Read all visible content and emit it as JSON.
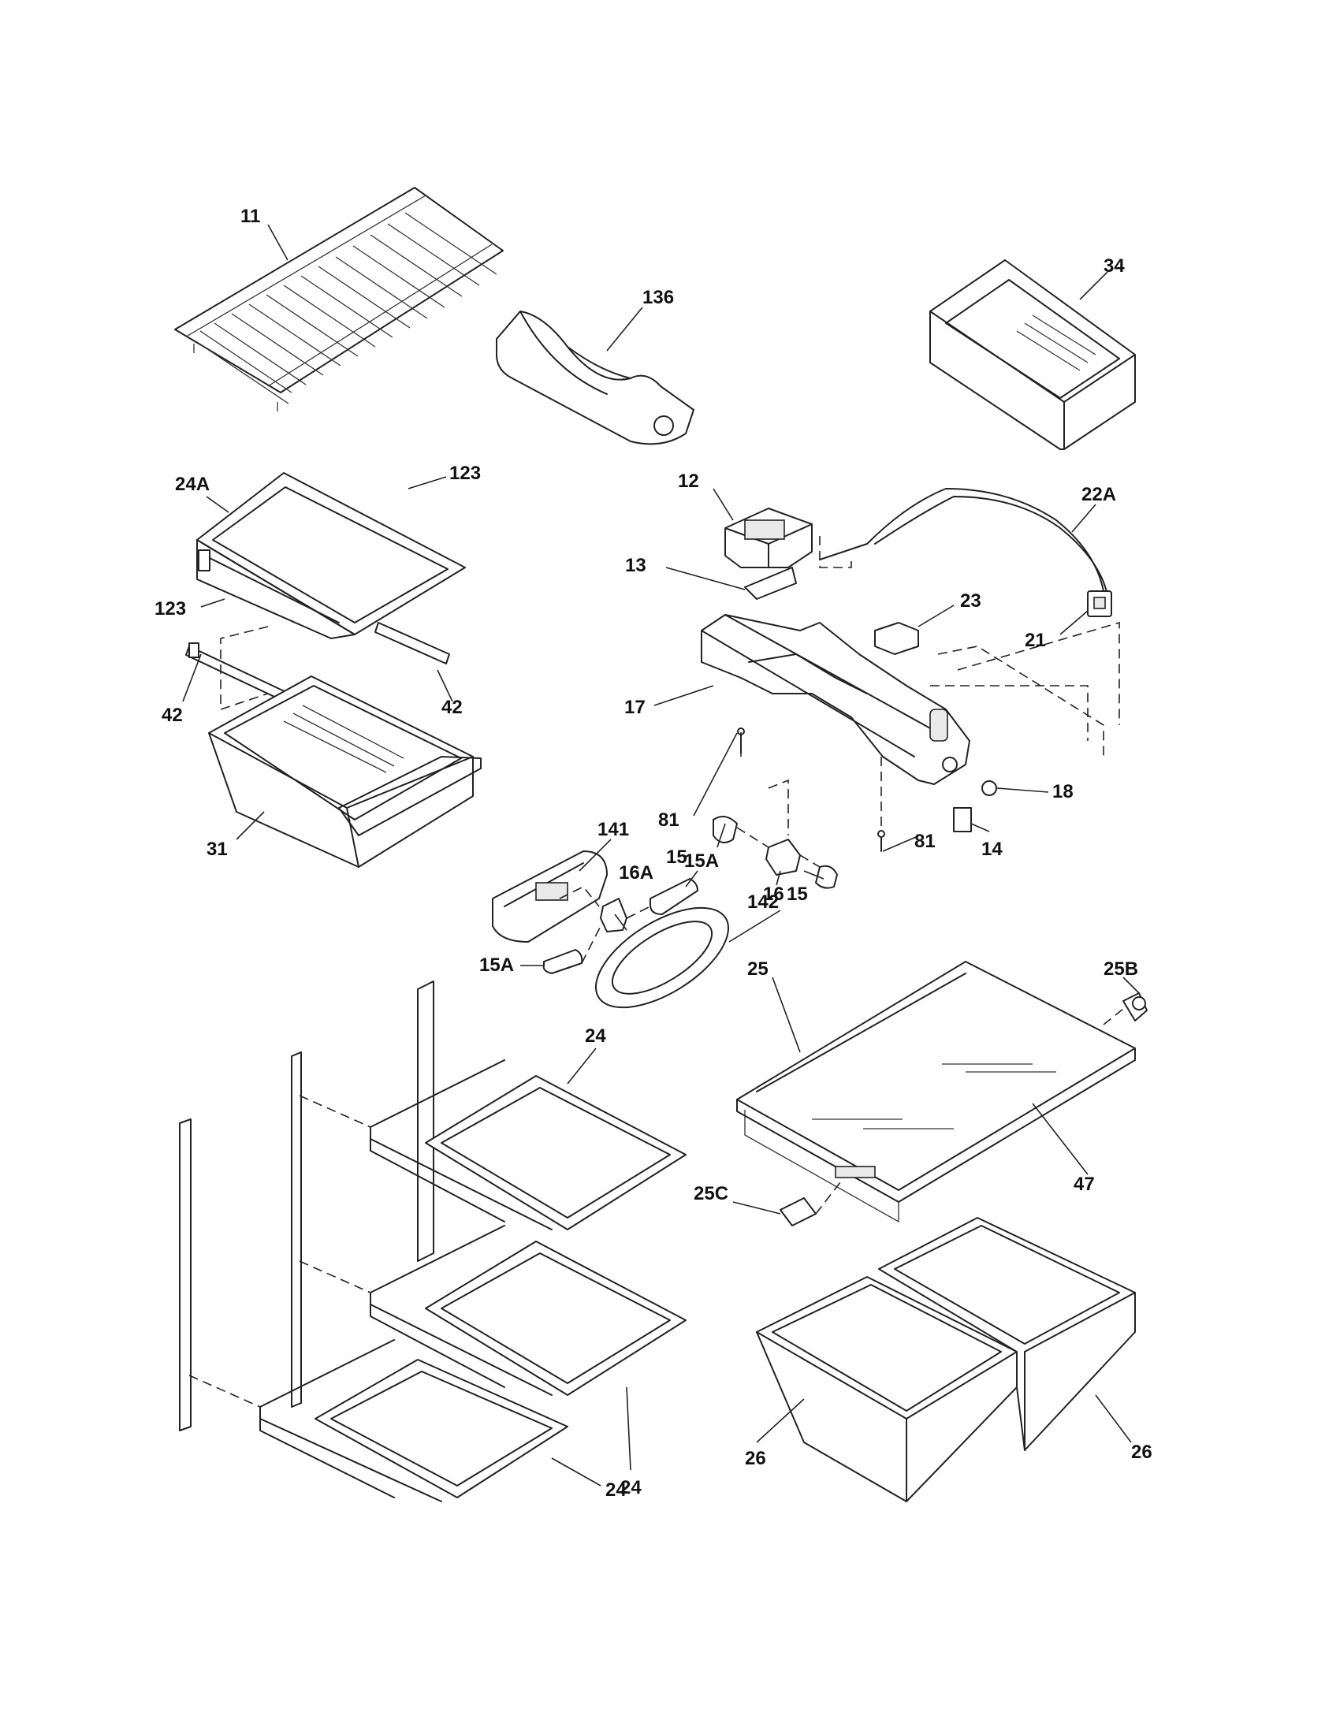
{
  "callouts": [
    {
      "id": "c11",
      "text": "11"
    },
    {
      "id": "c136",
      "text": "136"
    },
    {
      "id": "c34",
      "text": "34"
    },
    {
      "id": "c24A",
      "text": "24A"
    },
    {
      "id": "c123a",
      "text": "123"
    },
    {
      "id": "c123b",
      "text": "123"
    },
    {
      "id": "c42a",
      "text": "42"
    },
    {
      "id": "c42b",
      "text": "42"
    },
    {
      "id": "c31",
      "text": "31"
    },
    {
      "id": "c12",
      "text": "12"
    },
    {
      "id": "c13",
      "text": "13"
    },
    {
      "id": "c22A",
      "text": "22A"
    },
    {
      "id": "c23",
      "text": "23"
    },
    {
      "id": "c21",
      "text": "21"
    },
    {
      "id": "c17",
      "text": "17"
    },
    {
      "id": "c81a",
      "text": "81"
    },
    {
      "id": "c81b",
      "text": "81"
    },
    {
      "id": "c18",
      "text": "18"
    },
    {
      "id": "c14",
      "text": "14"
    },
    {
      "id": "c141",
      "text": "141"
    },
    {
      "id": "c15a",
      "text": "15"
    },
    {
      "id": "c16",
      "text": "16"
    },
    {
      "id": "c15b",
      "text": "15"
    },
    {
      "id": "c16A",
      "text": "16A"
    },
    {
      "id": "c15Aa",
      "text": "15A"
    },
    {
      "id": "c15Ab",
      "text": "15A"
    },
    {
      "id": "c142",
      "text": "142"
    },
    {
      "id": "c25",
      "text": "25"
    },
    {
      "id": "c25B",
      "text": "25B"
    },
    {
      "id": "c25C",
      "text": "25C"
    },
    {
      "id": "c47",
      "text": "47"
    },
    {
      "id": "c24a",
      "text": "24"
    },
    {
      "id": "c24b",
      "text": "24"
    },
    {
      "id": "c24c",
      "text": "24"
    },
    {
      "id": "c26a",
      "text": "26"
    },
    {
      "id": "c26b",
      "text": "26"
    }
  ]
}
